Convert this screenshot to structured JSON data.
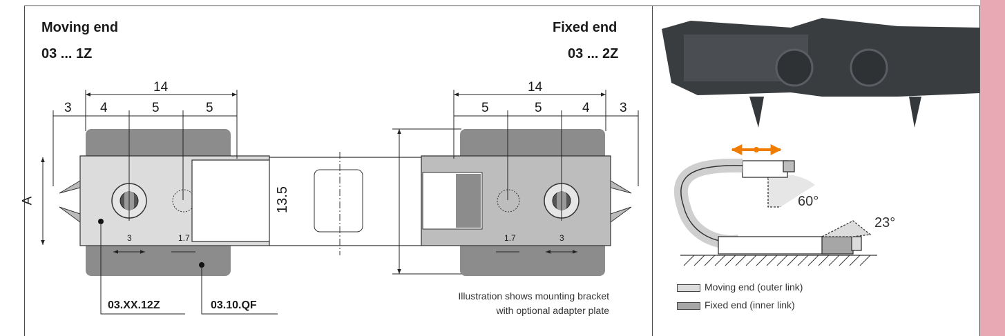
{
  "left_panel": {
    "moving_end": {
      "title": "Moving end",
      "code": "03 ... 1Z"
    },
    "fixed_end": {
      "title": "Fixed end",
      "code": "03 ... 2Z"
    },
    "dimensions": {
      "left_total": "14",
      "left_outer": "3",
      "left_segments": [
        "4",
        "5",
        "5"
      ],
      "left_small_3": "3",
      "left_small_17": "1.7",
      "right_total": "14",
      "right_outer": "3",
      "right_segments": [
        "5",
        "5",
        "4"
      ],
      "right_small_17": "1.7",
      "right_small_3": "3",
      "height_label": "13.5",
      "width_label": "A"
    },
    "part_codes": {
      "bracket": "03.XX.12Z",
      "plate": "03.10.QF"
    },
    "note_line1": "Illustration shows mounting bracket",
    "note_line2": "with optional adapter plate"
  },
  "right_panel": {
    "angle_top": "60°",
    "angle_bottom": "23°",
    "legend": [
      {
        "label": "Moving end (outer link)",
        "color": "#dcdcdc"
      },
      {
        "label": "Fixed end (inner link)",
        "color": "#a6a6a6"
      }
    ],
    "arrow_color": "#f07d00"
  },
  "colors": {
    "sidebar": "#e8a9b4",
    "dark_grey": "#8c8c8c",
    "light_grey": "#d9d9d9"
  }
}
